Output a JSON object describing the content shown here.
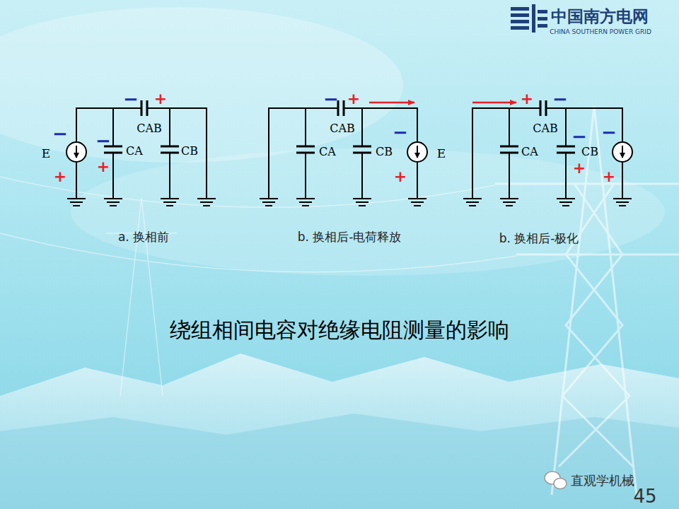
{
  "diagram": {
    "title": "绕组相间电容对绝缘电阻测量的影响",
    "labels": [
      "中国南方电网",
      "CHINA SOUTHERN POWER GRID",
      "−",
      "+",
      "CAB",
      "E",
      "−",
      "+",
      "−",
      "CA",
      "+",
      "CB",
      "−",
      "+",
      "CAB",
      "CA",
      "CB",
      "−",
      "E",
      "+",
      "+",
      "−",
      "CAB",
      "CA",
      "−",
      "CB",
      "+",
      "−",
      "+",
      "a. 换相前",
      "b. 换相后-电荷释放",
      "b. 换相后-极化",
      "直观学机械",
      "45"
    ]
  }
}
